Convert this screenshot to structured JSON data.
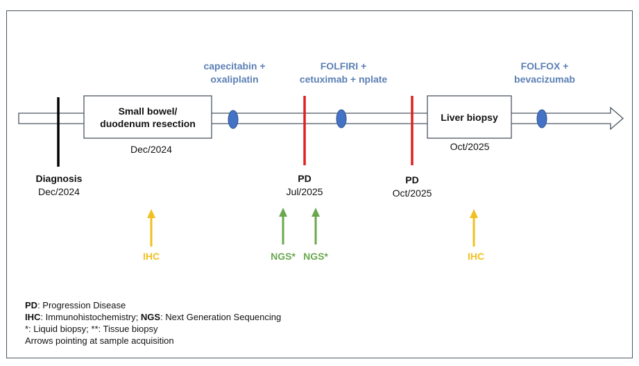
{
  "colors": {
    "treatment_text": "#5b7fb4",
    "treatment_marker": "#4472c4",
    "diagnosis_line": "#000000",
    "pd_line": "#e02020",
    "ihc": "#f0c020",
    "ngs": "#6aa84f",
    "timeline_border": "#4a5560"
  },
  "events": {
    "diagnosis": {
      "label": "Diagnosis",
      "date": "Dec/2024"
    },
    "resection": {
      "label": "Small bowel/ duodenum resection",
      "line1": "Small bowel/",
      "line2": "duodenum resection",
      "date": "Dec/2024"
    },
    "pd1": {
      "label": "PD",
      "date": "Jul/2025"
    },
    "pd2": {
      "label": "PD",
      "date": "Oct/2025"
    },
    "liver_biopsy": {
      "label": "Liver biopsy",
      "date": "Oct/2025"
    }
  },
  "treatments": [
    {
      "line1": "capecitabin +",
      "line2": "oxaliplatin"
    },
    {
      "line1": "FOLFIRI +",
      "line2": "cetuximab + nplate"
    },
    {
      "line1": "FOLFOX +",
      "line2": "bevacizumab"
    }
  ],
  "samples": [
    {
      "label": "IHC",
      "type": "ihc"
    },
    {
      "label": "NGS*",
      "type": "ngs"
    },
    {
      "label": "NGS*",
      "type": "ngs"
    },
    {
      "label": "IHC",
      "type": "ihc"
    }
  ],
  "legend": {
    "pd_abbr": "PD",
    "pd_text": ": Progression Disease",
    "ihc_abbr": "IHC",
    "ihc_text": ": Immunohistochemistry; ",
    "ngs_abbr": "NGS",
    "ngs_text": ": Next Generation Sequencing",
    "biopsy_text": "*: Liquid biopsy; **: Tissue biopsy",
    "arrows_text": "Arrows pointing at sample acquisition"
  }
}
